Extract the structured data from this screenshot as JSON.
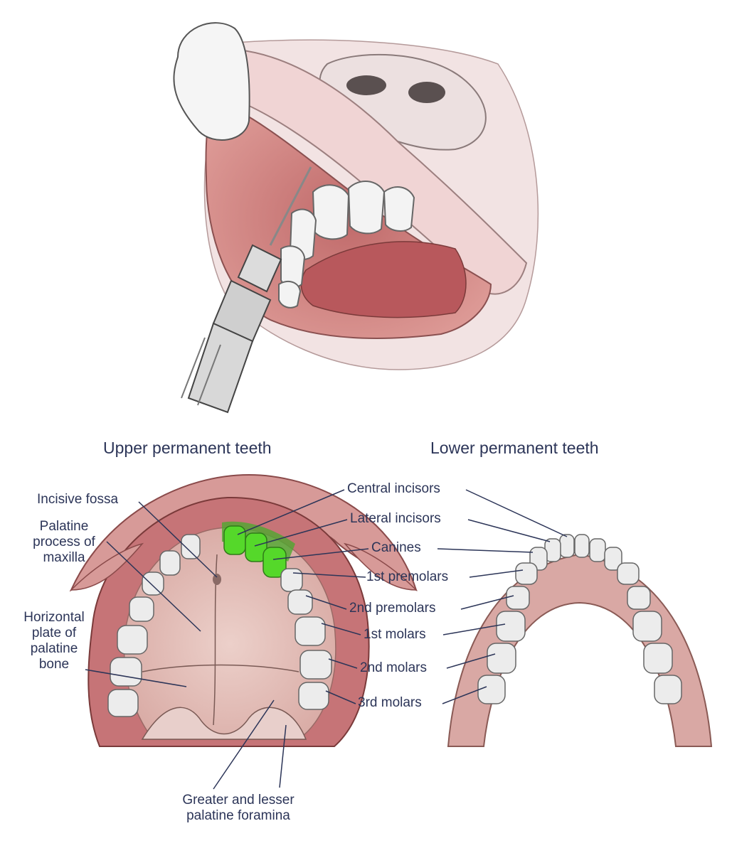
{
  "headings": {
    "upper": "Upper permanent teeth",
    "lower": "Lower permanent teeth"
  },
  "labels": {
    "incisive_fossa": "Incisive fossa",
    "palatine_process": [
      "Palatine",
      "process of",
      "maxilla"
    ],
    "horizontal_plate": [
      "Horizontal",
      "plate of",
      "palatine",
      "bone"
    ],
    "central_incisors": "Central incisors",
    "lateral_incisors": "Lateral incisors",
    "canines": "Canines",
    "first_premolars": "1st premolars",
    "second_premolars": "2nd premolars",
    "first_molars": "1st molars",
    "second_molars": "2nd molars",
    "third_molars": "3rd molars",
    "palatine_foramina": [
      "Greater and lesser",
      "palatine foramina"
    ]
  },
  "colors": {
    "label_text": "#2c3558",
    "leader_line": "#2c3558",
    "gum": "#c9767a",
    "palate": "#e6c3bd",
    "tooth": "#eeeeee",
    "highlight": "#55d82a",
    "skin": "#f1dede"
  }
}
